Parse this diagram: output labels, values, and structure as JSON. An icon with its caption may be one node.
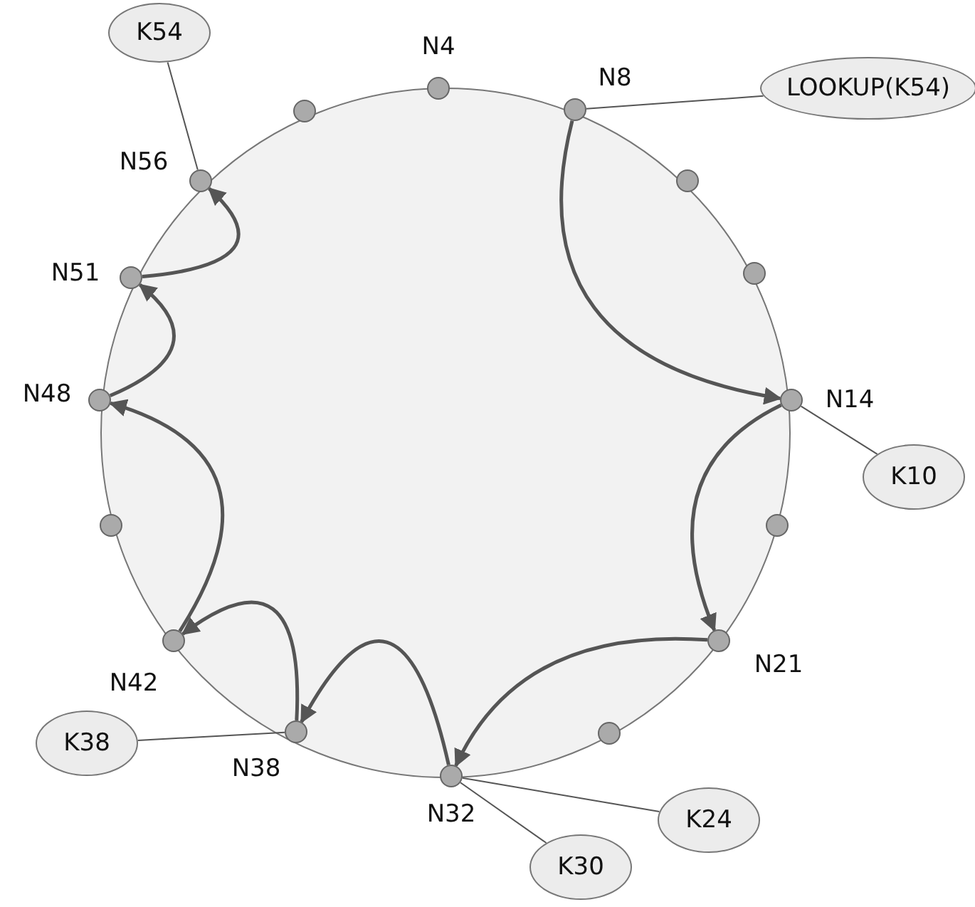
{
  "diagram": {
    "nodes": [
      {
        "text": [],
        "shape": "circle",
        "beside": [
          "N4"
        ]
      },
      {
        "text": [],
        "shape": "circle",
        "beside": [
          "N8"
        ]
      },
      {
        "text": [],
        "shape": "circle"
      },
      {
        "text": [],
        "shape": "circle"
      },
      {
        "text": [],
        "shape": "circle",
        "beside": [
          "N14"
        ]
      },
      {
        "text": [],
        "shape": "circle"
      },
      {
        "text": [],
        "shape": "circle",
        "beside": [
          "N21"
        ]
      },
      {
        "text": [],
        "shape": "circle"
      },
      {
        "text": [],
        "shape": "circle",
        "beside": [
          "N32"
        ]
      },
      {
        "text": [],
        "shape": "circle",
        "beside": [
          "N38"
        ]
      },
      {
        "text": [],
        "shape": "circle",
        "beside": [
          "N42"
        ]
      },
      {
        "text": [],
        "shape": "circle"
      },
      {
        "text": [],
        "shape": "circle",
        "beside": [
          "N48"
        ]
      },
      {
        "text": [],
        "shape": "circle",
        "beside": [
          "N51"
        ]
      },
      {
        "text": [],
        "shape": "circle",
        "beside": [
          "N56"
        ]
      },
      {
        "text": [],
        "shape": "circle"
      },
      {
        "text": [
          "K54"
        ]
      },
      {
        "text": [
          "LOOKUP(K54)"
        ]
      },
      {
        "text": [
          "K10"
        ]
      },
      {
        "text": [
          "K24"
        ]
      },
      {
        "text": [
          "K30"
        ]
      },
      {
        "text": [
          "K38"
        ]
      }
    ],
    "edges": [
      {
        "from": 16,
        "to": 14,
        "arrow": "none"
      },
      {
        "from": 17,
        "to": 1,
        "arrow": "none"
      },
      {
        "from": 18,
        "to": 4,
        "arrow": "none"
      },
      {
        "from": 19,
        "to": 8,
        "arrow": "none"
      },
      {
        "from": 20,
        "to": 8,
        "arrow": "none"
      },
      {
        "from": 21,
        "to": 9,
        "arrow": "none"
      },
      {
        "from": 1,
        "to": 4,
        "arrow": "to"
      },
      {
        "from": 4,
        "to": 6,
        "arrow": "to"
      },
      {
        "from": 6,
        "to": 8,
        "arrow": "to"
      },
      {
        "from": 8,
        "to": 9,
        "arrow": "to"
      },
      {
        "from": 9,
        "to": 10,
        "arrow": "to"
      },
      {
        "from": 10,
        "to": 12,
        "arrow": "to"
      },
      {
        "from": 12,
        "to": 13,
        "arrow": "to"
      },
      {
        "from": 13,
        "to": 14,
        "arrow": "to"
      }
    ]
  }
}
